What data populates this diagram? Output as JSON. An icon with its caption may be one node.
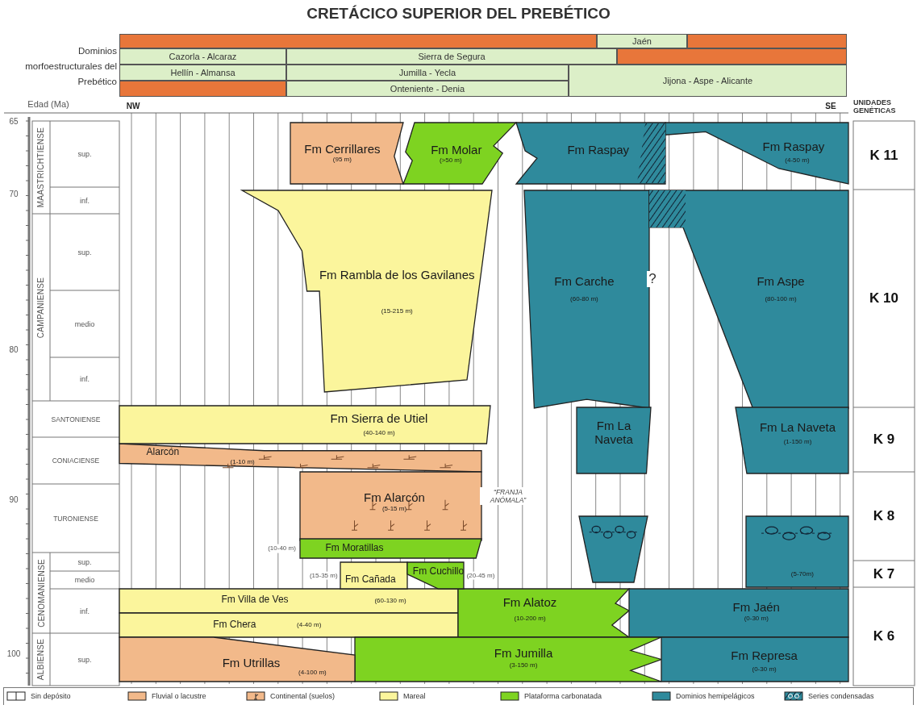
{
  "diagram": {
    "title": "CRETÁCICO SUPERIOR DEL PREBÉTICO",
    "nodes": [
      {
        "text": [],
        "shape": "bar"
      },
      {
        "text": [
          "Jaén"
        ]
      },
      {
        "text": [],
        "shape": "bar"
      },
      {
        "text": [
          "Cazorla - Alcaraz"
        ]
      },
      {
        "text": [
          "Sierra de Segura"
        ]
      },
      {
        "text": [],
        "shape": "bar"
      },
      {
        "text": [
          "Hellín - Almansa"
        ]
      },
      {
        "text": [
          "Jumilla - Yecla"
        ]
      },
      {
        "text": [
          "Jijona - Aspe - Alicante"
        ]
      },
      {
        "text": [],
        "shape": "bar"
      },
      {
        "text": [
          "Onteniente - Denia"
        ]
      },
      {
        "text": [
          "Fm Cerrillares",
          "(95 m)"
        ]
      },
      {
        "text": [
          "Fm Molar",
          "(>50 m)"
        ]
      },
      {
        "text": [
          "Fm Raspay"
        ]
      },
      {
        "text": [
          "Fm Raspay",
          "(4-50 m)"
        ]
      },
      {
        "text": [
          "Fm Rambla de los Gavilanes",
          "(15-215 m)"
        ]
      },
      {
        "text": [
          "Fm Carche",
          "(60-80 m)"
        ]
      },
      {
        "text": [
          "Fm Aspe",
          "(80-100 m)"
        ]
      },
      {
        "text": [
          "Fm Sierra de Utiel",
          "(40-140 m)"
        ]
      },
      {
        "text": [
          "Alarcón",
          "(1-10 m)"
        ]
      },
      {
        "text": [
          "Fm La Naveta"
        ]
      },
      {
        "text": [
          "Fm La Naveta",
          "(1-150 m)"
        ]
      },
      {
        "text": [
          "Fm Alarcón",
          "(5-15 m)"
        ]
      },
      {
        "text": [
          "Fm Moratillas"
        ],
        "beside": [
          "(10-40 m)"
        ]
      },
      {
        "text": [],
        "shape": "box"
      },
      {
        "text": [
          "(5-70m)"
        ]
      },
      {
        "text": [
          "Fm Cañada"
        ],
        "beside": [
          "(15-35 m)"
        ]
      },
      {
        "text": [
          "Fm Cuchillo"
        ],
        "beside": [
          "(20-45 m)"
        ]
      },
      {
        "text": [
          "Fm Villa de Ves",
          "(60-130 m)"
        ]
      },
      {
        "text": [
          "Fm Alatoz",
          "(10-200 m)"
        ]
      },
      {
        "text": [
          "Fm Jaén",
          "(0-30 m)"
        ]
      },
      {
        "text": [
          "Fm Chera",
          "(4-40 m)"
        ]
      },
      {
        "text": [
          "Fm Jumilla",
          "(3-150 m)"
        ]
      },
      {
        "text": [
          "Fm Represa",
          "(0-30 m)"
        ]
      },
      {
        "text": [
          "Fm Utrillas",
          "(4-100 m)"
        ]
      }
    ],
    "labels": [
      "Dominios morfoestructurales del Prebético",
      "Edad (Ma)",
      "NW",
      "SE",
      "UNIDADES GENÉTICAS",
      "65",
      "70",
      "80",
      "90",
      "100",
      "MAASTRICHTIENSE",
      "sup.",
      "inf.",
      "CAMPANIENSE",
      "sup.",
      "medio",
      "inf.",
      "SANTONIENSE",
      "CONIACIENSE",
      "TURONIENSE",
      "CENOMANIENSE",
      "sup.",
      "medio",
      "inf.",
      "ALBIENSE",
      "sup.",
      "K 11",
      "K 10",
      "K 9",
      "K 8",
      "K 7",
      "K 6",
      "?",
      "“FRANJA ANÓMALA”"
    ],
    "legend": [
      {
        "text": "Sin depósito"
      },
      {
        "text": "Fluvial o lacustre",
        "color": "#f2b98a"
      },
      {
        "text": "Continental (suelos)"
      },
      {
        "text": "Mareal",
        "color": "#fbf59c"
      },
      {
        "text": "Plataforma carbonatada",
        "color": "#7ed321"
      },
      {
        "text": "Dominios hemipelágicos",
        "color": "#2f8a9c"
      },
      {
        "text": "Series condensadas"
      }
    ]
  }
}
